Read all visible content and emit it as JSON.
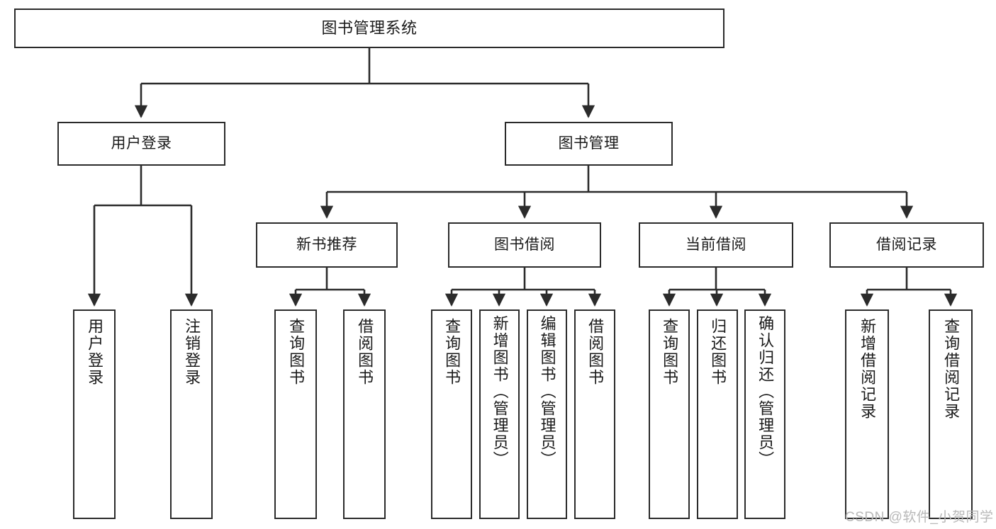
{
  "diagram": {
    "title": "图书管理系统",
    "watermark": "CSDN @软件_小贺同学",
    "levels": {
      "root": {
        "label": "图书管理系统"
      },
      "branches": [
        {
          "label": "用户登录"
        },
        {
          "label": "图书管理"
        }
      ],
      "sub_branches": [
        {
          "label": "新书推荐"
        },
        {
          "label": "图书借阅"
        },
        {
          "label": "当前借阅"
        },
        {
          "label": "借阅记录"
        }
      ],
      "leaves": [
        {
          "label": "用户登录"
        },
        {
          "label": "注销登录"
        },
        {
          "label": "查询图书"
        },
        {
          "label": "借阅图书"
        },
        {
          "label": "查询图书"
        },
        {
          "label": "新增图书（管理员）"
        },
        {
          "label": "编辑图书（管理员）"
        },
        {
          "label": "借阅图书"
        },
        {
          "label": "查询图书"
        },
        {
          "label": "归还图书"
        },
        {
          "label": "确认归还（管理员）"
        },
        {
          "label": "新增借阅记录"
        },
        {
          "label": "查询借阅记录"
        }
      ]
    },
    "colors": {
      "stroke": "#2b2b2b",
      "fill": "#ffffff",
      "text": "#1a1a1a",
      "watermark": "#b8b8b8"
    }
  }
}
